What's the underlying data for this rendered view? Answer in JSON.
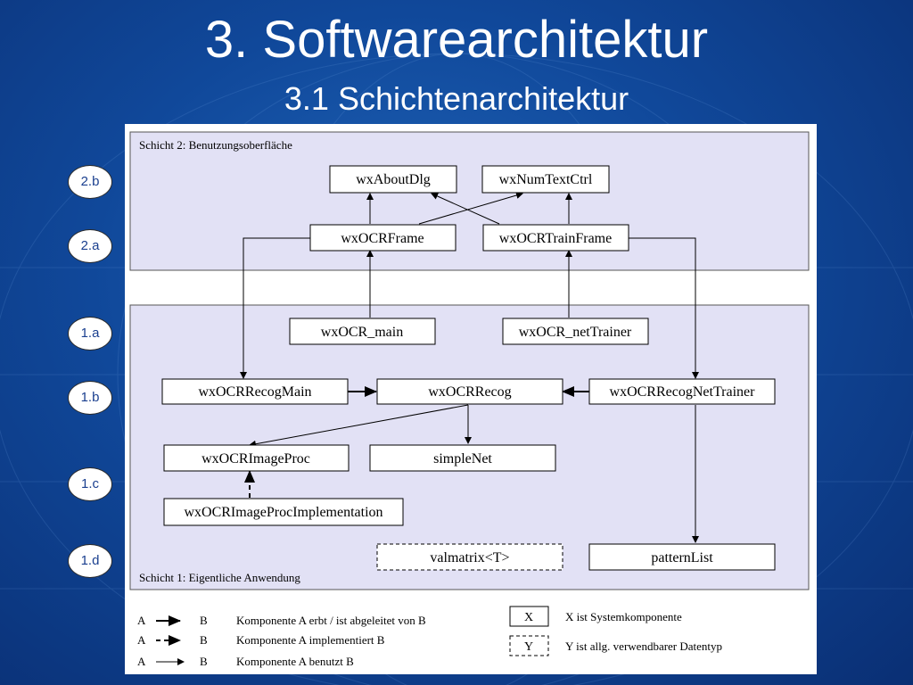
{
  "title": "3. Softwarearchitektur",
  "subtitle": "3.1 Schichtenarchitektur",
  "badges": [
    "2.b",
    "2.a",
    "1.a",
    "1.b",
    "1.c",
    "1.d"
  ],
  "layers": {
    "layer2": "Schicht 2: Benutzungsoberfläche",
    "layer1": "Schicht 1: Eigentliche Anwendung"
  },
  "components": {
    "wxAboutDlg": "wxAboutDlg",
    "wxNumTextCtrl": "wxNumTextCtrl",
    "wxOCRFrame": "wxOCRFrame",
    "wxOCRTrainFrame": "wxOCRTrainFrame",
    "wxOCR_main": "wxOCR_main",
    "wxOCR_netTrainer": "wxOCR_netTrainer",
    "wxOCRRecogMain": "wxOCRRecogMain",
    "wxOCRRecog": "wxOCRRecog",
    "wxOCRRecogNetTrainer": "wxOCRRecogNetTrainer",
    "wxOCRImageProc": "wxOCRImageProc",
    "simpleNet": "simpleNet",
    "wxOCRImageProcImplementation": "wxOCRImageProcImplementation",
    "valmatrix": "valmatrix<T>",
    "patternList": "patternList"
  },
  "legend": {
    "a": "A",
    "b": "B",
    "inherits": "Komponente A erbt / ist abgeleitet von B",
    "implements": "Komponente A implementiert B",
    "uses": "Komponente A benutzt B",
    "x_box": "X",
    "x_desc": "X ist Systemkomponente",
    "y_box": "Y",
    "y_desc": "Y ist allg. verwendbarer Datentyp"
  },
  "colors": {
    "layer_fill": "#e2e1f5",
    "box_fill": "#ffffff",
    "line": "#000000"
  }
}
